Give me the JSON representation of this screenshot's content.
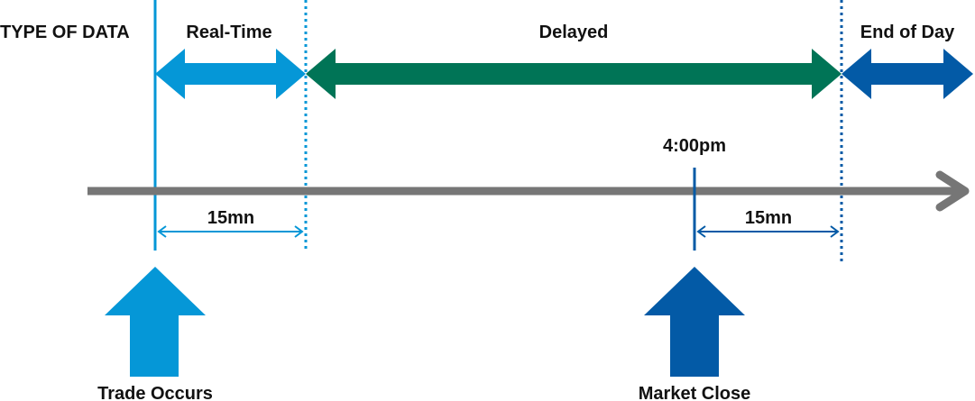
{
  "header": {
    "row_label": "TYPE OF DATA",
    "categories": [
      {
        "label": "Real-Time",
        "color": "#0597d7"
      },
      {
        "label": "Delayed",
        "color": "#007456"
      },
      {
        "label": "End of Day",
        "color": "#035aa6"
      }
    ]
  },
  "timeline": {
    "axis_color": "#767676",
    "market_close_time": "4:00pm",
    "delay_labels": [
      "15mn",
      "15mn"
    ]
  },
  "events": [
    {
      "label": "Trade Occurs",
      "color": "#0597d7"
    },
    {
      "label": "Market Close",
      "color": "#035aa6"
    }
  ]
}
